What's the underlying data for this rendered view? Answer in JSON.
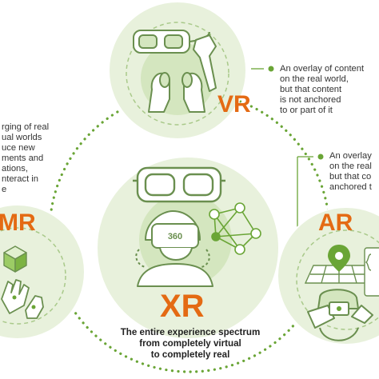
{
  "nodes": {
    "vr": {
      "label": "VR"
    },
    "ar": {
      "label": "AR"
    },
    "mr": {
      "label": "MR"
    },
    "xr": {
      "label": "XR",
      "icon_text": "360"
    }
  },
  "vr_desc": {
    "lines": [
      "An overlay of content",
      "on the real world,",
      "but that content",
      "is not anchored",
      "to or part of it"
    ]
  },
  "ar_desc": {
    "lines": [
      "An overlay",
      "on the real",
      "but that co",
      "anchored t"
    ]
  },
  "mr_desc": {
    "lines": [
      "rging of real",
      "ual worlds",
      "uce new",
      "ments and",
      "ations,",
      "nteract in",
      "e"
    ]
  },
  "xr_desc": {
    "lines": [
      "The entire experience spectrum",
      "from completely virtual",
      "to completely real"
    ]
  },
  "colors": {
    "green": "#7cb342",
    "light_green": "#e8f1dc",
    "mid_green": "#d4e6bf",
    "orange": "#e46a13",
    "dot": "#6aa536"
  }
}
